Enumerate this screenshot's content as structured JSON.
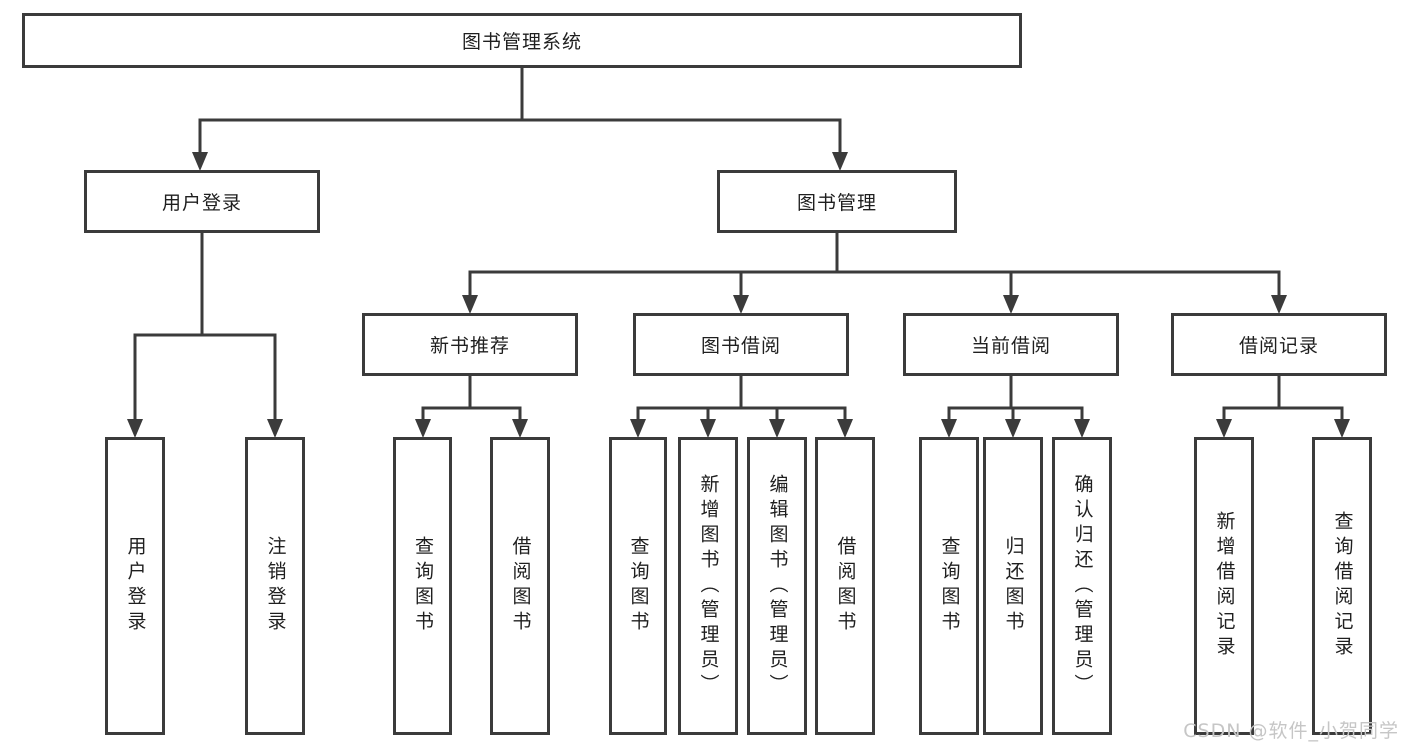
{
  "diagram": {
    "root": {
      "label": "图书管理系统"
    },
    "branches": [
      {
        "label": "用户登录",
        "children": [
          {
            "label": "用户登录"
          },
          {
            "label": "注销登录"
          }
        ]
      },
      {
        "label": "图书管理",
        "sections": [
          {
            "label": "新书推荐",
            "children": [
              {
                "label": "查询图书"
              },
              {
                "label": "借阅图书"
              }
            ]
          },
          {
            "label": "图书借阅",
            "children": [
              {
                "label": "查询图书"
              },
              {
                "label": "新增图书（管理员）"
              },
              {
                "label": "编辑图书（管理员）"
              },
              {
                "label": "借阅图书"
              }
            ]
          },
          {
            "label": "当前借阅",
            "children": [
              {
                "label": "查询图书"
              },
              {
                "label": "归还图书"
              },
              {
                "label": "确认归还（管理员）"
              }
            ]
          },
          {
            "label": "借阅记录",
            "children": [
              {
                "label": "新增借阅记录"
              },
              {
                "label": "查询借阅记录"
              }
            ]
          }
        ]
      }
    ]
  },
  "watermark": {
    "text": "CSDN @软件_小贺同学"
  },
  "colors": {
    "background": "#ffffff",
    "line": "#3b3b3b",
    "text": "#1f1f1f",
    "watermark": "#c6c6c6"
  }
}
